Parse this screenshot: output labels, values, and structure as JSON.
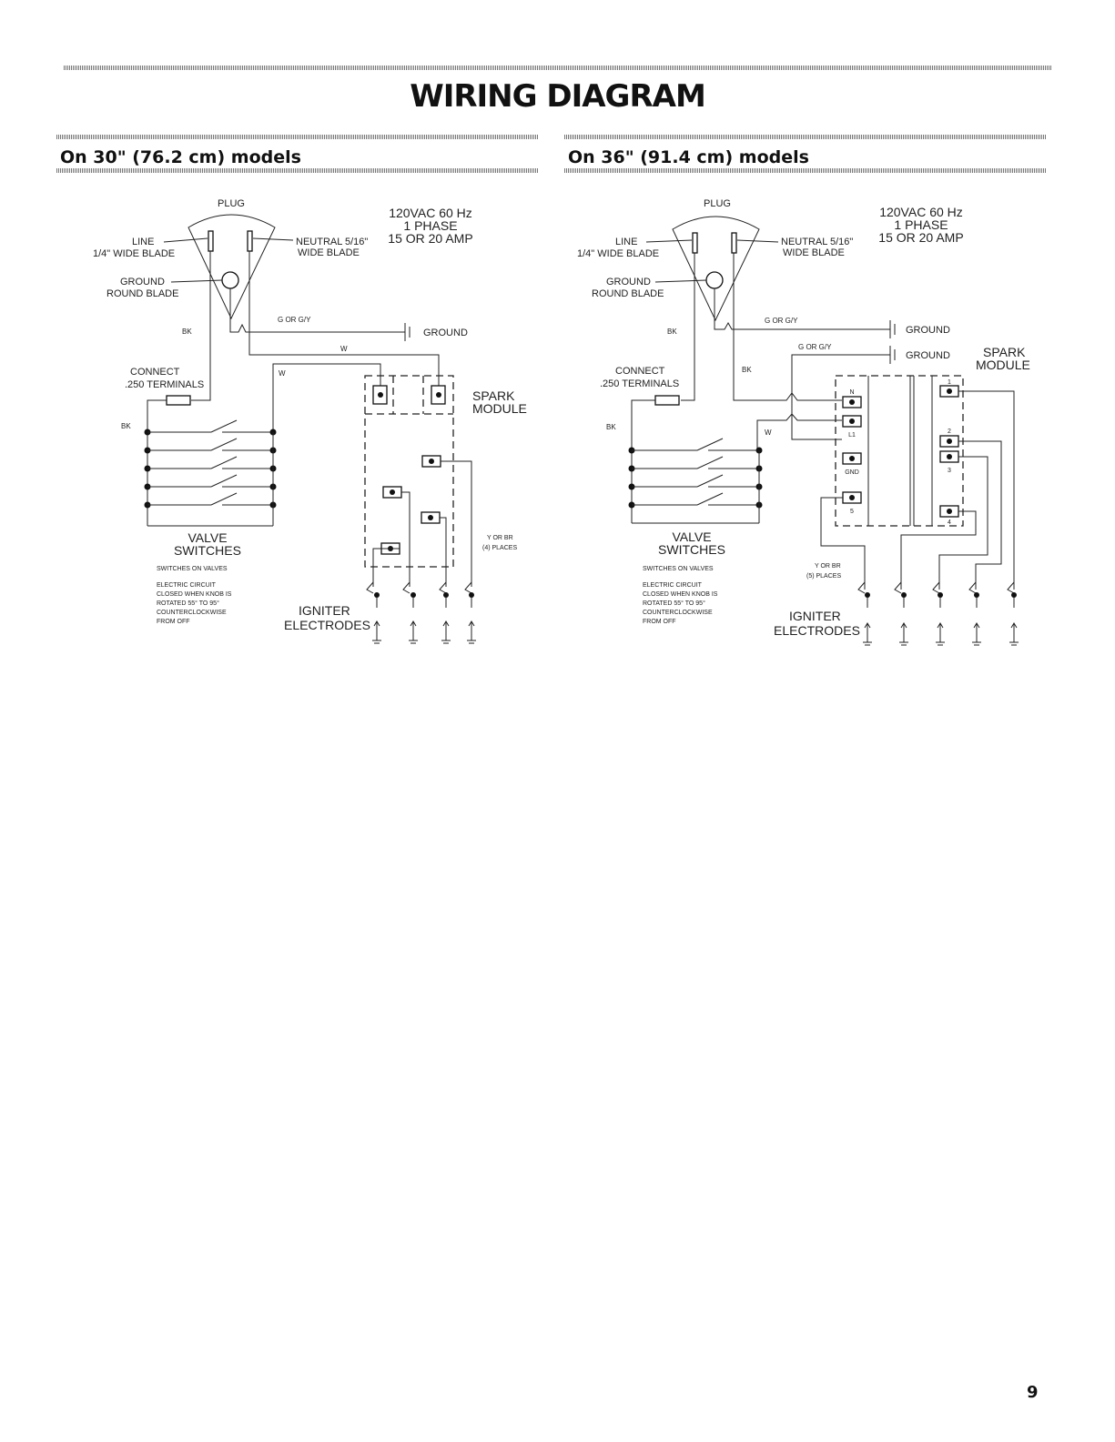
{
  "page": {
    "title": "WIRING DIAGRAM",
    "page_number": "9"
  },
  "left": {
    "heading": "On 30\" (76.2 cm) models",
    "plug": "PLUG",
    "power_1": "120VAC  60 Hz",
    "power_2": "1 PHASE",
    "power_3": "15 OR 20 AMP",
    "line_1": "LINE",
    "line_2": "1/4\" WIDE BLADE",
    "neutral_1": "NEUTRAL 5/16\"",
    "neutral_2": "WIDE BLADE",
    "ground_1": "GROUND",
    "ground_2": "ROUND BLADE",
    "bk_top": "BK",
    "g_or_gy": "G OR G/Y",
    "ground_label": "GROUND",
    "w_1": "W",
    "w_2": "W",
    "connect_1": "CONNECT",
    "connect_2": ".250 TERMINALS",
    "bk_switch": "BK",
    "spark_1": "SPARK",
    "spark_2": "MODULE",
    "valve_1": "VALVE",
    "valve_2": "SWITCHES",
    "note_1": "SWITCHES ON VALVES",
    "note_2": "ELECTRIC CIRCUIT",
    "note_3": "CLOSED WHEN KNOB IS",
    "note_4": "ROTATED 55° TO 95°",
    "note_5": "COUNTERCLOCKWISE",
    "note_6": "FROM OFF",
    "y_or_br_1": "Y OR BR",
    "y_or_br_2": "(4) PLACES",
    "igniter_1": "IGNITER",
    "igniter_2": "ELECTRODES"
  },
  "right": {
    "heading": "On 36\" (91.4 cm) models",
    "plug": "PLUG",
    "power_1": "120VAC  60 Hz",
    "power_2": "1 PHASE",
    "power_3": "15 OR 20 AMP",
    "line_1": "LINE",
    "line_2": "1/4\" WIDE BLADE",
    "neutral_1": "NEUTRAL 5/16\"",
    "neutral_2": "WIDE BLADE",
    "ground_1": "GROUND",
    "ground_2": "ROUND BLADE",
    "bk_top": "BK",
    "g_or_gy_1": "G OR G/Y",
    "ground_label_1": "GROUND",
    "g_or_gy_2": "G OR G/Y",
    "ground_label_2": "GROUND",
    "spark_1": "SPARK",
    "spark_2": "MODULE",
    "connect_1": "CONNECT",
    "connect_2": ".250 TERMINALS",
    "bk_mid": "BK",
    "bk_switch": "BK",
    "w": "W",
    "term_n": "N",
    "term_l1": "L1",
    "term_gnd": "GND",
    "term_5": "5",
    "term_1": "1",
    "term_2": "2",
    "term_3": "3",
    "term_4": "4",
    "valve_1": "VALVE",
    "valve_2": "SWITCHES",
    "note_1": "SWITCHES ON VALVES",
    "note_2": "ELECTRIC CIRCUIT",
    "note_3": "CLOSED WHEN KNOB IS",
    "note_4": "ROTATED 55° TO 95°",
    "note_5": "COUNTERCLOCKWISE",
    "note_6": "FROM OFF",
    "y_or_br_1": "Y OR BR",
    "y_or_br_2": "(5) PLACES",
    "igniter_1": "IGNITER",
    "igniter_2": "ELECTRODES"
  }
}
